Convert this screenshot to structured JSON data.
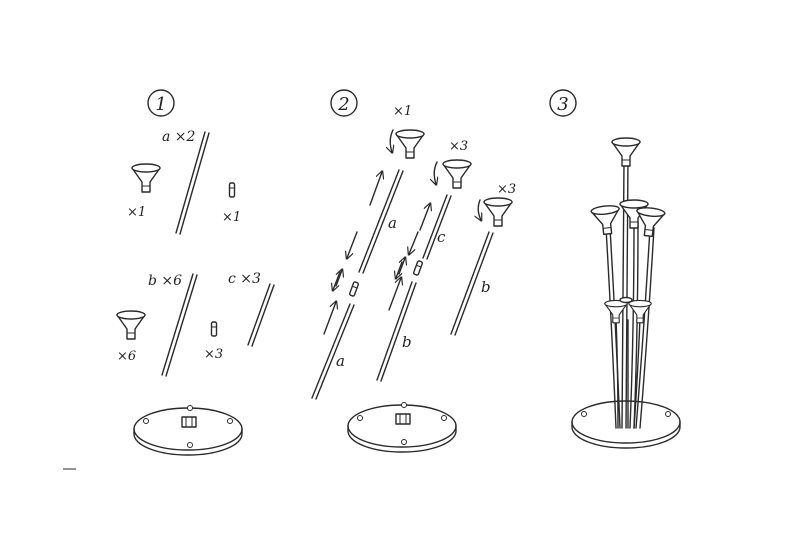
{
  "steps": [
    {
      "number": "1"
    },
    {
      "number": "2"
    },
    {
      "number": "3"
    }
  ],
  "step1": {
    "label_a": "a ×2",
    "label_b": "b ×6",
    "label_c": "c ×3",
    "count_cup_top": "×1",
    "count_connector_top": "×1",
    "count_cup_bottom": "×6",
    "count_connector_bottom": "×3"
  },
  "step2": {
    "count_top_cup": "×1",
    "count_mid_cups": "×3",
    "count_right_cups": "×3",
    "label_a_upper": "a",
    "label_a_lower": "a",
    "label_b_lower": "b",
    "label_c": "c",
    "label_b_right": "b"
  }
}
